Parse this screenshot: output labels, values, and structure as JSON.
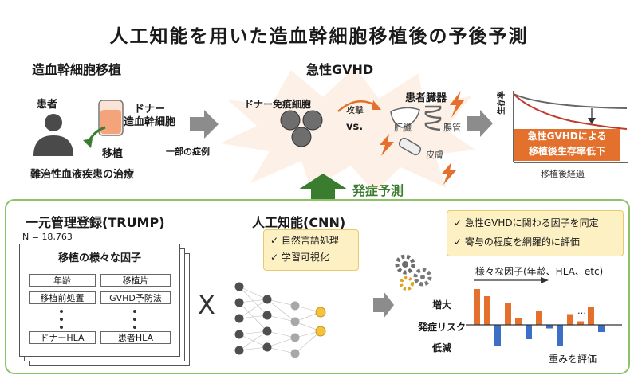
{
  "title": "人工知能を用いた造血幹細胞移植後の予後予測",
  "top": {
    "transplant_header": "造血幹細胞移植",
    "patient_label": "患者",
    "donor_label_1": "ドナー",
    "donor_label_2": "造血幹細胞",
    "transplant_label": "移植",
    "disease_label": "難治性血液疾患の治療",
    "some_cases": "一部の症例",
    "gvhd_header": "急性GVHD",
    "donor_immune": "ドナー免疫細胞",
    "attack": "攻撃",
    "vs": "vs.",
    "patient_organs": "患者臓器",
    "liver": "肝臓",
    "intestine": "腸管",
    "skin": "皮膚",
    "chart_ylabel": "生存率",
    "chart_xlabel": "移植後経過",
    "chart_callout_1": "急性GVHDによる",
    "chart_callout_2": "移植後生存率低下",
    "predict_label": "発症予測"
  },
  "bottom": {
    "trump_header": "一元管理登録(TRUMP)",
    "n_label": "N = 18,763",
    "factors_title": "移植の様々な因子",
    "factors": [
      "年齢",
      "移植片",
      "移植前処置",
      "GVHD予防法",
      "ドナーHLA",
      "患者HLA"
    ],
    "cross": "X",
    "ai_header": "人工知能(CNN)",
    "ai_items": [
      "✓ 自然言語処理",
      "✓ 学習可視化"
    ],
    "result_items": [
      "✓ 急性GVHDに関わる因子を同定",
      "✓ 寄与の程度を網羅的に評価"
    ],
    "factors_axis": "様々な因子(年齢、HLA、etc)",
    "ellipsis": "…",
    "increase": "増大",
    "risk": "発症リスク",
    "decrease": "低減",
    "evaluate": "重みを評価"
  },
  "colors": {
    "orange": "#e3702d",
    "blue": "#3d6fc6",
    "green": "#3b7d2f",
    "panel_green": "#8dc26a",
    "yellow": "#fdf0c2"
  },
  "chart_data": {
    "type": "bar",
    "title": "",
    "xlabel": "",
    "ylabel": "",
    "values": [
      5,
      4,
      -3,
      3,
      1,
      -2,
      2,
      -0.5,
      -3,
      1.5,
      0.5,
      2.5,
      -1
    ]
  }
}
